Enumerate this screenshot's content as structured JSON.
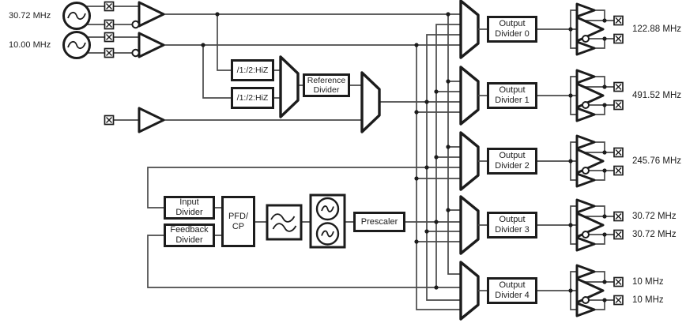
{
  "diagram_title": "clock-generator-block-diagram",
  "colors": {
    "wire": "#4a4a4a",
    "shape": "#1c1c1c",
    "background": "#ffffff"
  },
  "icons": {
    "oscillator": "circle-with-sine-wave",
    "pin": "box-with-x",
    "buffer": "triangle-amplifier",
    "inverting_bubble": "small-circle",
    "loop_filter": "box-with-double-wave",
    "vco": "box-with-two-oscillator-circles",
    "mux": "right-pointing-trapezoid"
  },
  "inputs": {
    "osc_top_label": "30.72 MHz",
    "osc_bottom_label": "10.00 MHz"
  },
  "blocks": {
    "hiz_divider_1": "/1:/2:HiZ",
    "hiz_divider_2": "/1:/2:HiZ",
    "reference_divider_line1": "Reference",
    "reference_divider_line2": "Divider",
    "input_divider_line1": "Input",
    "input_divider_line2": "Divider",
    "feedback_divider_line1": "Feedback",
    "feedback_divider_line2": "Divider",
    "pfd_cp_line1": "PFD/",
    "pfd_cp_line2": "CP",
    "prescaler": "Prescaler"
  },
  "channels": [
    {
      "divider_line1": "Output",
      "divider_line2": "Divider 0",
      "frequency": "122.88 MHz"
    },
    {
      "divider_line1": "Output",
      "divider_line2": "Divider 1",
      "frequency": "491.52 MHz"
    },
    {
      "divider_line1": "Output",
      "divider_line2": "Divider 2",
      "frequency": "245.76 MHz"
    },
    {
      "divider_line1": "Output",
      "divider_line2": "Divider 3",
      "frequency_top": "30.72 MHz",
      "frequency_bottom": "30.72 MHz"
    },
    {
      "divider_line1": "Output",
      "divider_line2": "Divider 4",
      "frequency_top": "10 MHz",
      "frequency_bottom": "10 MHz"
    }
  ]
}
